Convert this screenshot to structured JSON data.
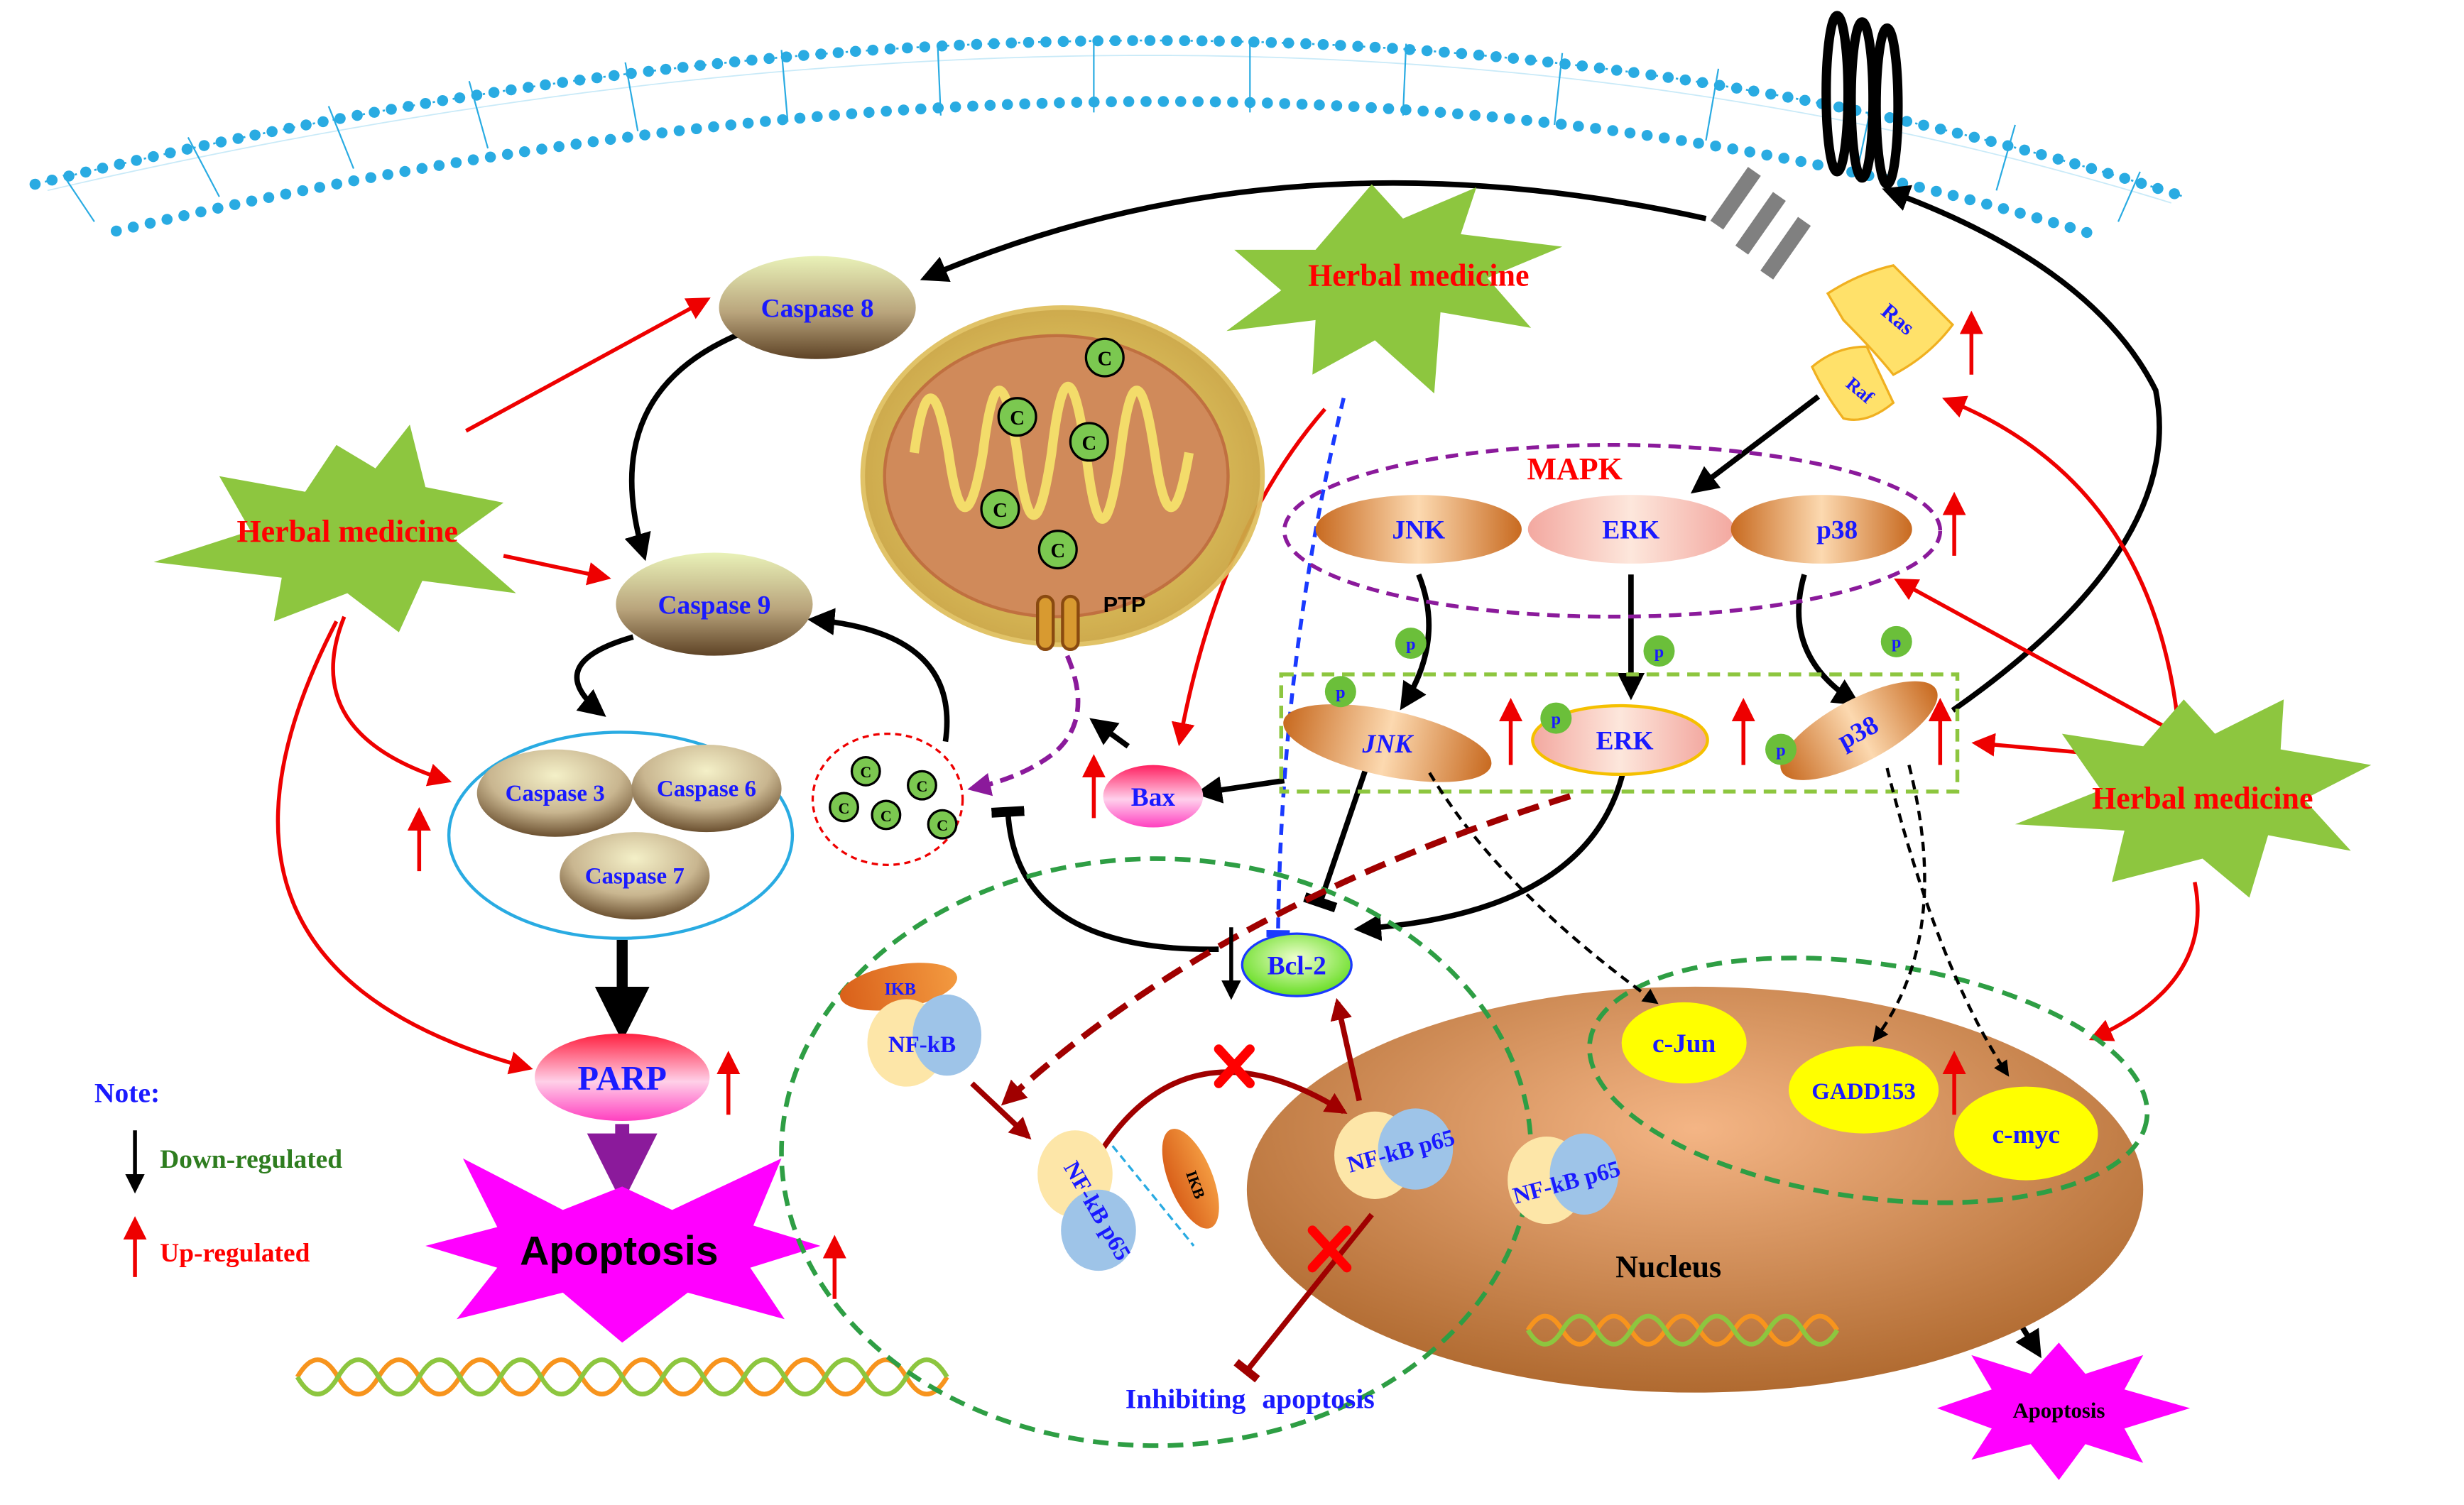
{
  "labels": {
    "herbal_medicine": "Herbal medicine",
    "caspase8": "Caspase 8",
    "caspase9": "Caspase 9",
    "caspase3": "Caspase 3",
    "caspase6": "Caspase 6",
    "caspase7": "Caspase 7",
    "parp": "PARP",
    "apoptosis": "Apoptosis",
    "apoptosis_small": "Apoptosis",
    "ptp": "PTP",
    "cyt_c": "C",
    "bax": "Bax",
    "bcl2": "Bcl-2",
    "mapk": "MAPK",
    "jnk": "JNK",
    "erk": "ERK",
    "p38": "p38",
    "phospho": "p",
    "ras": "Ras",
    "raf": "Raf",
    "ikb": "IKB",
    "nfkb": "NF-kB",
    "nfkb_p65": "NF-kB p65",
    "c_jun": "c-Jun",
    "gadd153": "GADD153",
    "c_myc": "c-myc",
    "nucleus": "Nucleus",
    "inhibiting": "Inhibiting",
    "apoptosis_word": "apoptosis"
  },
  "legend": {
    "title": "Note:",
    "down": "Down-regulated",
    "up": "Up-regulated"
  },
  "colors": {
    "up_arrow": "#ff0000",
    "down_arrow": "#000000",
    "herbal": "#8dc63f",
    "herbal_text": "#ff0000",
    "protein_text": "#1a1aff",
    "apoptosis": "#ff00ff",
    "membrane": "#29abe2",
    "nucleus": "#d9935a",
    "mapk_border": "#8b1a9b",
    "nfkb_path": "#a00000",
    "dashed_green": "#2e9e44"
  }
}
